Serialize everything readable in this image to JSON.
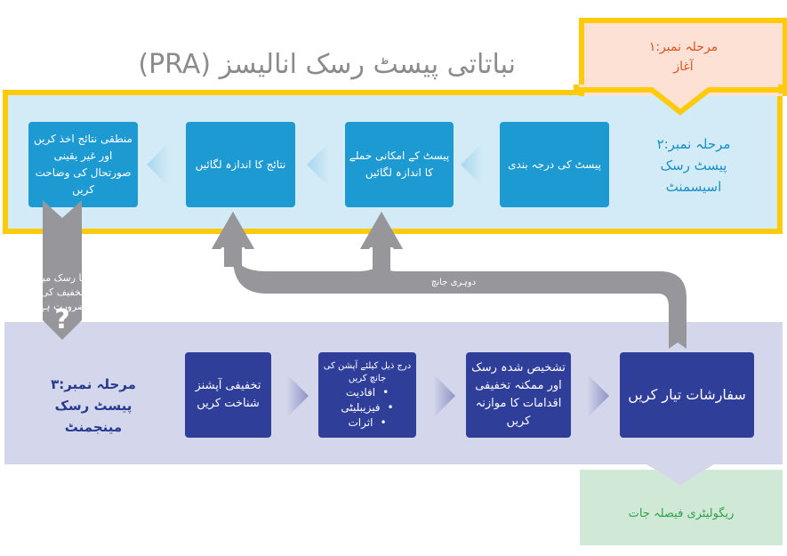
{
  "title": "نباتاتی پیسٹ رسک انالیسز (PRA)",
  "colors": {
    "stage1_fill": "#fde1d4",
    "stage1_text": "#e0531d",
    "frame_yellow": "#fdcb0a",
    "stage2_fill": "#d2ebf6",
    "stage2_box": "#1e9ad2",
    "stage2_label": "#1a8fc9",
    "stage3_fill": "#d4d7eb",
    "stage3_box": "#2f3f99",
    "stage3_label": "#263a8f",
    "arrow_gray": "#96969b",
    "green_fill": "#d0e8d6",
    "green_text": "#2fa24a"
  },
  "stage1": {
    "line1": "مرحلہ نمبر:۱",
    "line2": "آغاز"
  },
  "stage2": {
    "label_line1": "مرحلہ نمبر:۲",
    "label_line2": "پیسٹ رسک",
    "label_line3": "اسیسمنٹ",
    "steps": [
      {
        "text": "پیسٹ کی درجہ بندی"
      },
      {
        "text": "پیسٹ کے امکانی حملے کا اندازہ لگائیں"
      },
      {
        "text": "نتائج کا اندازہ لگائیں"
      },
      {
        "text": "منطقی نتائج اخذ کریں اور غیر یقینی صورتحال کی وضاحت کریں"
      }
    ]
  },
  "decision": {
    "question": "کیا رسک میں تخفیف کی ضرورت ہے",
    "mark": "?"
  },
  "feedback_arrow": {
    "label": "دوہری جانچ"
  },
  "stage3": {
    "label_line1": "مرحلہ نمبر:۳",
    "label_line2": "پیسٹ رسک",
    "label_line3": "مینجمنٹ",
    "steps": [
      {
        "text": "تخفیفی آپشنز شناخت کریں"
      },
      {
        "heading": "درج ذیل کیلئے آپشن کی جانچ کریں",
        "items": [
          "افادیت",
          "فیزیبلیٹی",
          "اثرات"
        ]
      },
      {
        "text": "تشخیص شدہ رسک اور ممکنہ تخفیفی اقدامات کا موازنہ کریں"
      },
      {
        "text": "سفارشات تیار کریں"
      }
    ]
  },
  "outcome": {
    "text": "ریگولیٹری فیصلہ جات"
  }
}
